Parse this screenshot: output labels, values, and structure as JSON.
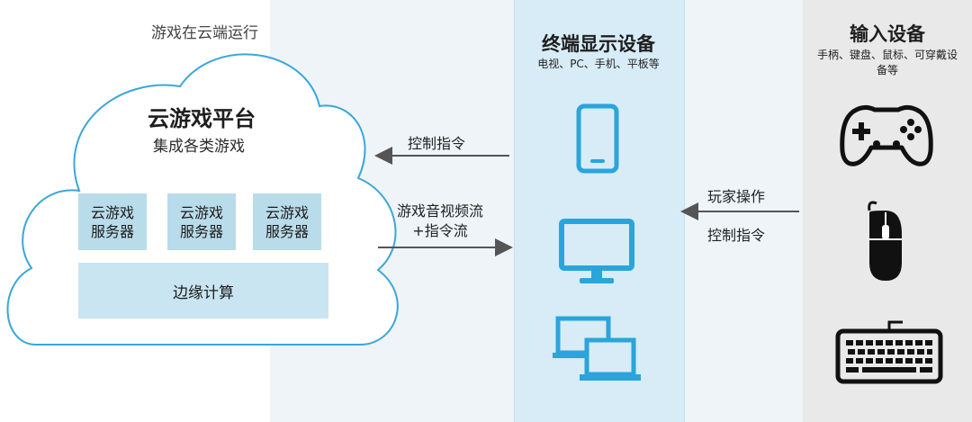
{
  "cloud": {
    "caption": "游戏在云端运行",
    "platform_title": "云游戏平台",
    "platform_subtitle": "集成各类游戏",
    "servers": [
      {
        "line1": "云游戏",
        "line2": "服务器"
      },
      {
        "line1": "云游戏",
        "line2": "服务器"
      },
      {
        "line1": "云游戏",
        "line2": "服务器"
      }
    ],
    "edge_label": "边缘计算"
  },
  "flows": {
    "control_to_cloud": "控制指令",
    "av_stream_line1": "游戏音视频流",
    "av_stream_line2": "+指令流",
    "player_operation": "玩家操作",
    "player_control": "控制指令"
  },
  "terminal": {
    "title": "终端显示设备",
    "subtitle": "电视、PC、手机、平板等",
    "icons": [
      "phone-icon",
      "monitor-icon",
      "laptop-icon"
    ]
  },
  "input": {
    "title": "输入设备",
    "subtitle": "手柄、键盘、鼠标、可穿戴设备等",
    "icons": [
      "gamepad-icon",
      "mouse-icon",
      "keyboard-icon"
    ]
  },
  "colors": {
    "accent_blue": "#29a5dc",
    "dark_icon": "#111111",
    "cloud_outline": "#3aa7d9",
    "arrow": "#555555"
  }
}
